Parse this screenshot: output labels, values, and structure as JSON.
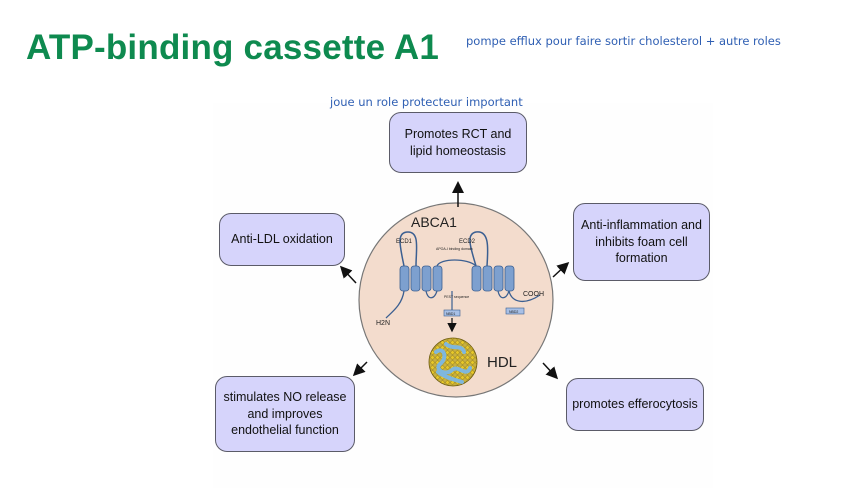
{
  "slide": {
    "title": "ATP-binding cassette A1",
    "note_top": "pompe efflux pour faire sortir cholesterol + autre roles",
    "note_mid": "joue un role protecteur important"
  },
  "diagram": {
    "center_label": "ABCA1",
    "hdl_label": "HDL",
    "domains": {
      "ecd1": "ECD1",
      "ecd2": "ECD2",
      "binding": "APOA-I binding domain",
      "pest": "PEST sequence",
      "h2n": "H2N",
      "cooh": "COOH",
      "nbd1": "NBD1",
      "nbd2": "NBD2"
    },
    "boxes": {
      "top": "Promotes RCT and lipid homeostasis",
      "left": "Anti-LDL oxidation",
      "right": "Anti-inflammation and inhibits foam cell formation",
      "bottom_left": "stimulates NO release and improves endothelial function",
      "bottom_right": "promotes efferocytosis"
    }
  }
}
